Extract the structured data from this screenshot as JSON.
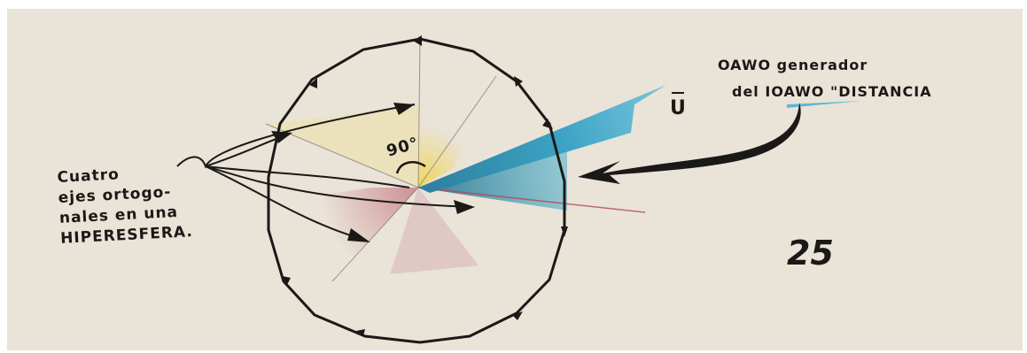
{
  "diagram": {
    "left_caption": {
      "lines": [
        "Cuatro",
        "ejes ortogo-",
        "nales en una",
        "HIPERESFERA."
      ]
    },
    "right_caption": {
      "line1": "OAWO generador",
      "line2": "del IOAWO \"DISTANCIA"
    },
    "angle_label": "90°",
    "vector_label": "U",
    "page_number": "25",
    "colors": {
      "paper": "#e9e3d8",
      "ink": "#1b1917",
      "vector_blue": "#3aa3c4",
      "axis_yellow": "#f2d12c",
      "axis_red": "#b5485a"
    }
  }
}
